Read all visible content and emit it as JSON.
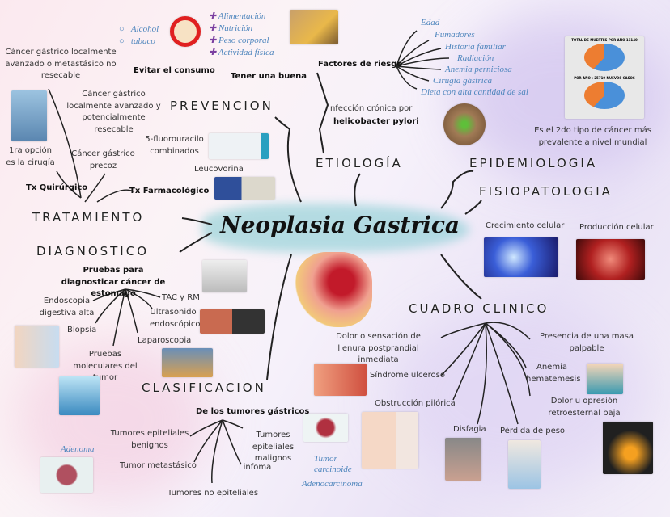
{
  "title": "Neoplasia Gastrica",
  "sections": {
    "prevencion": "PREVENCION",
    "etiologia": "ETIOLOGÍA",
    "epidemiologia": "EPIDEMIOLOGIA",
    "fisiopatologia": "FISIOPATOLOGIA",
    "tratamiento": "TRATAMIENTO",
    "diagnostico": "DIAGNOSTICO",
    "clasificacion": "CLASIFICACION",
    "cuadro_clinico": "CUADRO CLINICO"
  },
  "prevencion": {
    "evitar": "Evitar el consumo",
    "evitar_items": [
      "Alcohol",
      "tabaco"
    ],
    "tener": "Tener una buena",
    "tener_items": [
      "Alimentación",
      "Nutrición",
      "Peso corporal",
      "Actividad física"
    ]
  },
  "tratamiento": {
    "quirurgico": "Tx Quirúrgico",
    "farmacologico": "Tx Farmacológico",
    "q1": "Cáncer gástrico localmente avanzado o metastásico no resecable",
    "q2": "Cáncer gástrico localmente avanzado y potencialmente resecable",
    "q3": "1ra opción es la cirugía",
    "q4": "Cáncer gástrico precoz",
    "f1": "5-fluorouracilo combinados",
    "f2": "Leucovorina"
  },
  "etiologia": {
    "factores": "Factores de riesgo",
    "factores_items": [
      "Edad",
      "Fumadores",
      "Historia familiar",
      "Radiación",
      "Anemia perniciosa",
      "Cirugía gástrica",
      "Dieta con alta cantidad de sal"
    ],
    "infeccion": "Infección crónica por",
    "helicobacter": "helicobacter pylori"
  },
  "epidemiologia": {
    "text": "Es el 2do tipo de cáncer más prevalente a nivel mundial",
    "chart1_title": "TOTAL DE MUERTES POR AÑO 11140",
    "chart2_title": "POR AÑO : 25719 NUEVOS CASOS"
  },
  "fisiopatologia": {
    "items": [
      "Crecimiento celular",
      "Producción celular"
    ]
  },
  "diagnostico": {
    "pruebas": "Pruebas para diagnosticar cáncer de estomago",
    "items": [
      "Endoscopia digestiva alta",
      "Biopsia",
      "Pruebas moleculares del tumor",
      "TAC y RM",
      "Ultrasonido endoscópico",
      "Laparoscopia"
    ]
  },
  "clasificacion": {
    "sub": "De los tumores gástricos",
    "items": [
      "Tumores epiteliales benignos",
      "Tumor metastásico",
      "Tumores no epiteliales",
      "Linfoma",
      "Tumores epiteliales malignos"
    ],
    "benignos_sub": "Adenoma",
    "malignos_sub": [
      "Tumor carcinoide",
      "Adenocarcinoma"
    ]
  },
  "cuadro_clinico": {
    "items": [
      "Dolor o sensación de llenura postprandial inmediata",
      "Síndrome ulceroso",
      "Obstrucción pilórica",
      "Disfagia",
      "Pérdida de peso",
      "Presencia de una masa palpable",
      "Anemia hematemesis",
      "Dolor u opresión retroesternal baja"
    ]
  },
  "colors": {
    "blue_text": "#4f86bd",
    "title_brush": "#7ecad0",
    "pie_orange": "#ed7d31",
    "pie_blue": "#4a90d9"
  }
}
